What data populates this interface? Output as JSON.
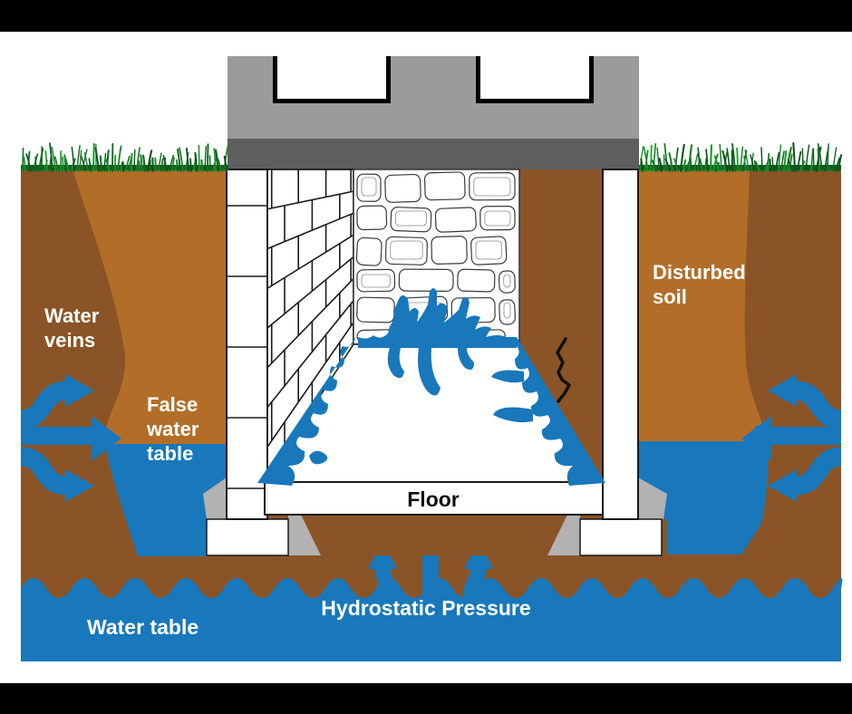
{
  "labels": {
    "water_veins": {
      "line1": "Water",
      "line2": "veins"
    },
    "false_water_table": {
      "line1": "False",
      "line2": "water",
      "line3": "table"
    },
    "disturbed_soil": {
      "line1": "Disturbed",
      "line2": "soil"
    },
    "floor": {
      "text": "Floor"
    },
    "hydrostatic_pressure": {
      "text": "Hydrostatic Pressure"
    },
    "water_table": {
      "text": "Water table"
    }
  },
  "colors": {
    "soil_dark": "#8a5426",
    "soil_light": "#b26e29",
    "water": "#1878bb",
    "grass": "#1c8030",
    "siding": "#9b9b9b",
    "sill": "#5e5e5e",
    "shade": "#b3b1b1",
    "wall_white": "#ffffff",
    "outline": "#1a1a1a",
    "frame": "#000000"
  }
}
